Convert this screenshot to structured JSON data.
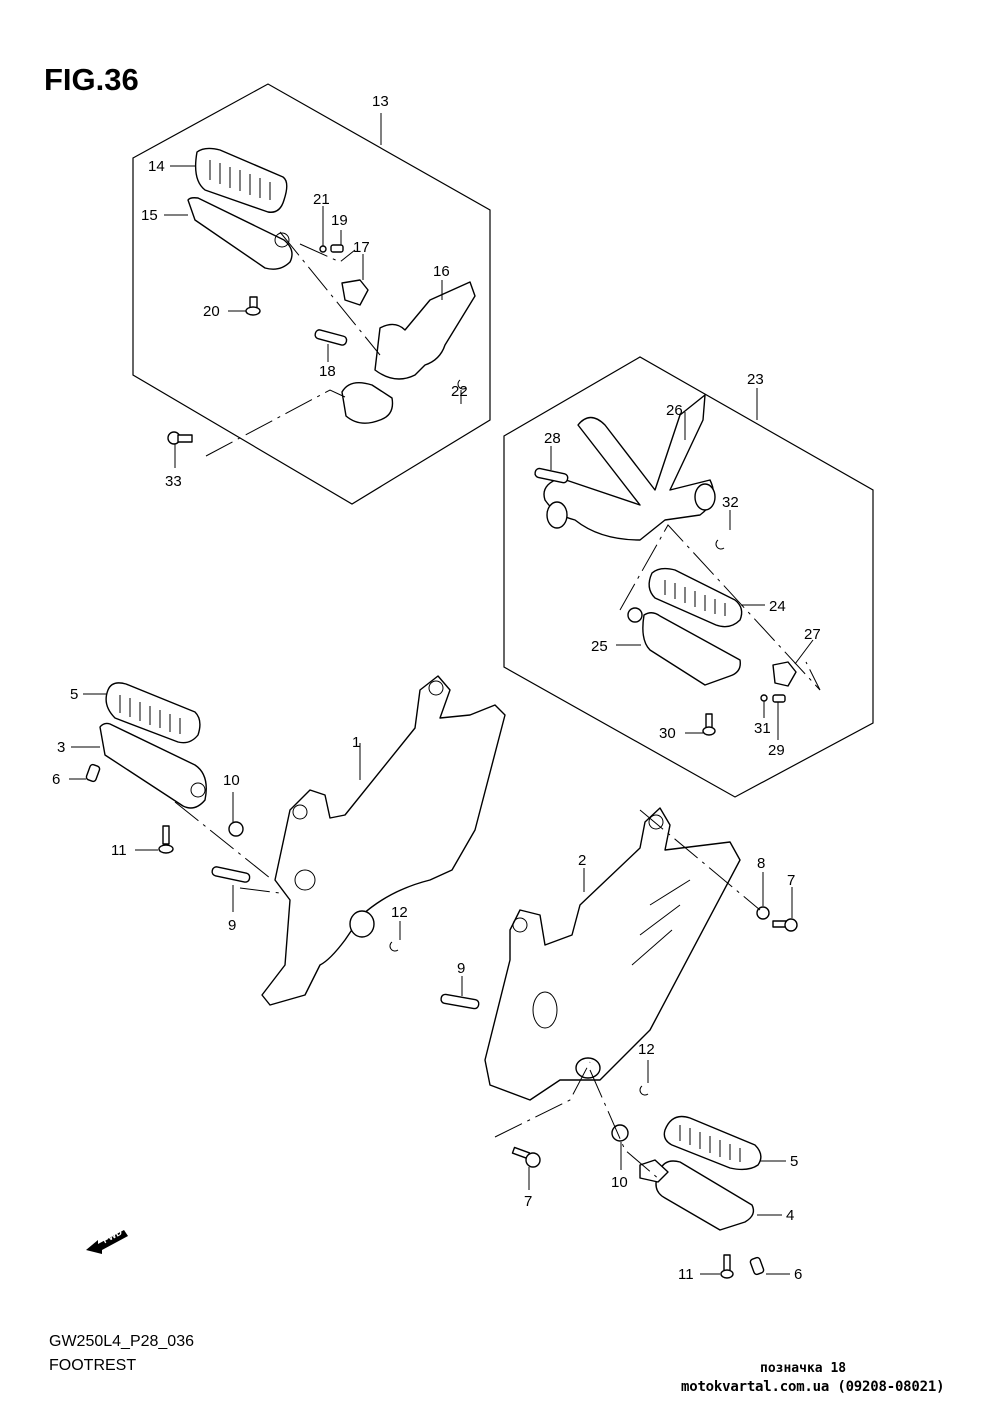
{
  "figure": {
    "title": "FIG.36",
    "model_code": "GW250L4_P28_036",
    "section_name": "FOOTREST"
  },
  "fwd_icon": {
    "label": "FWD",
    "icon": "forward-arrow-icon"
  },
  "watermark": {
    "line1": "позначка 18",
    "line2": "motokvartal.com.ua (09208-08021)"
  },
  "callouts": {
    "c13": "13",
    "c14": "14",
    "c15": "15",
    "c16": "16",
    "c17": "17",
    "c18": "18",
    "c19": "19",
    "c20": "20",
    "c21": "21",
    "c22": "22",
    "c33": "33",
    "c23": "23",
    "c24": "24",
    "c25": "25",
    "c26": "26",
    "c27": "27",
    "c28": "28",
    "c29": "29",
    "c30": "30",
    "c31": "31",
    "c32": "32",
    "c1": "1",
    "c3": "3",
    "c5a": "5",
    "c6a": "6",
    "c9a": "9",
    "c10a": "10",
    "c11a": "11",
    "c12a": "12",
    "c2": "2",
    "c8": "8",
    "c7a": "7",
    "c9b": "9",
    "c12b": "12",
    "c10b": "10",
    "c7b": "7",
    "c5b": "5",
    "c4": "4",
    "c11b": "11",
    "c6b": "6"
  },
  "assemblies": [
    {
      "ref": "13",
      "parts": [
        "14",
        "15",
        "16",
        "17",
        "18",
        "19",
        "20",
        "21",
        "22"
      ]
    },
    {
      "ref": "23",
      "parts": [
        "24",
        "25",
        "26",
        "27",
        "28",
        "29",
        "30",
        "31",
        "32"
      ]
    }
  ]
}
